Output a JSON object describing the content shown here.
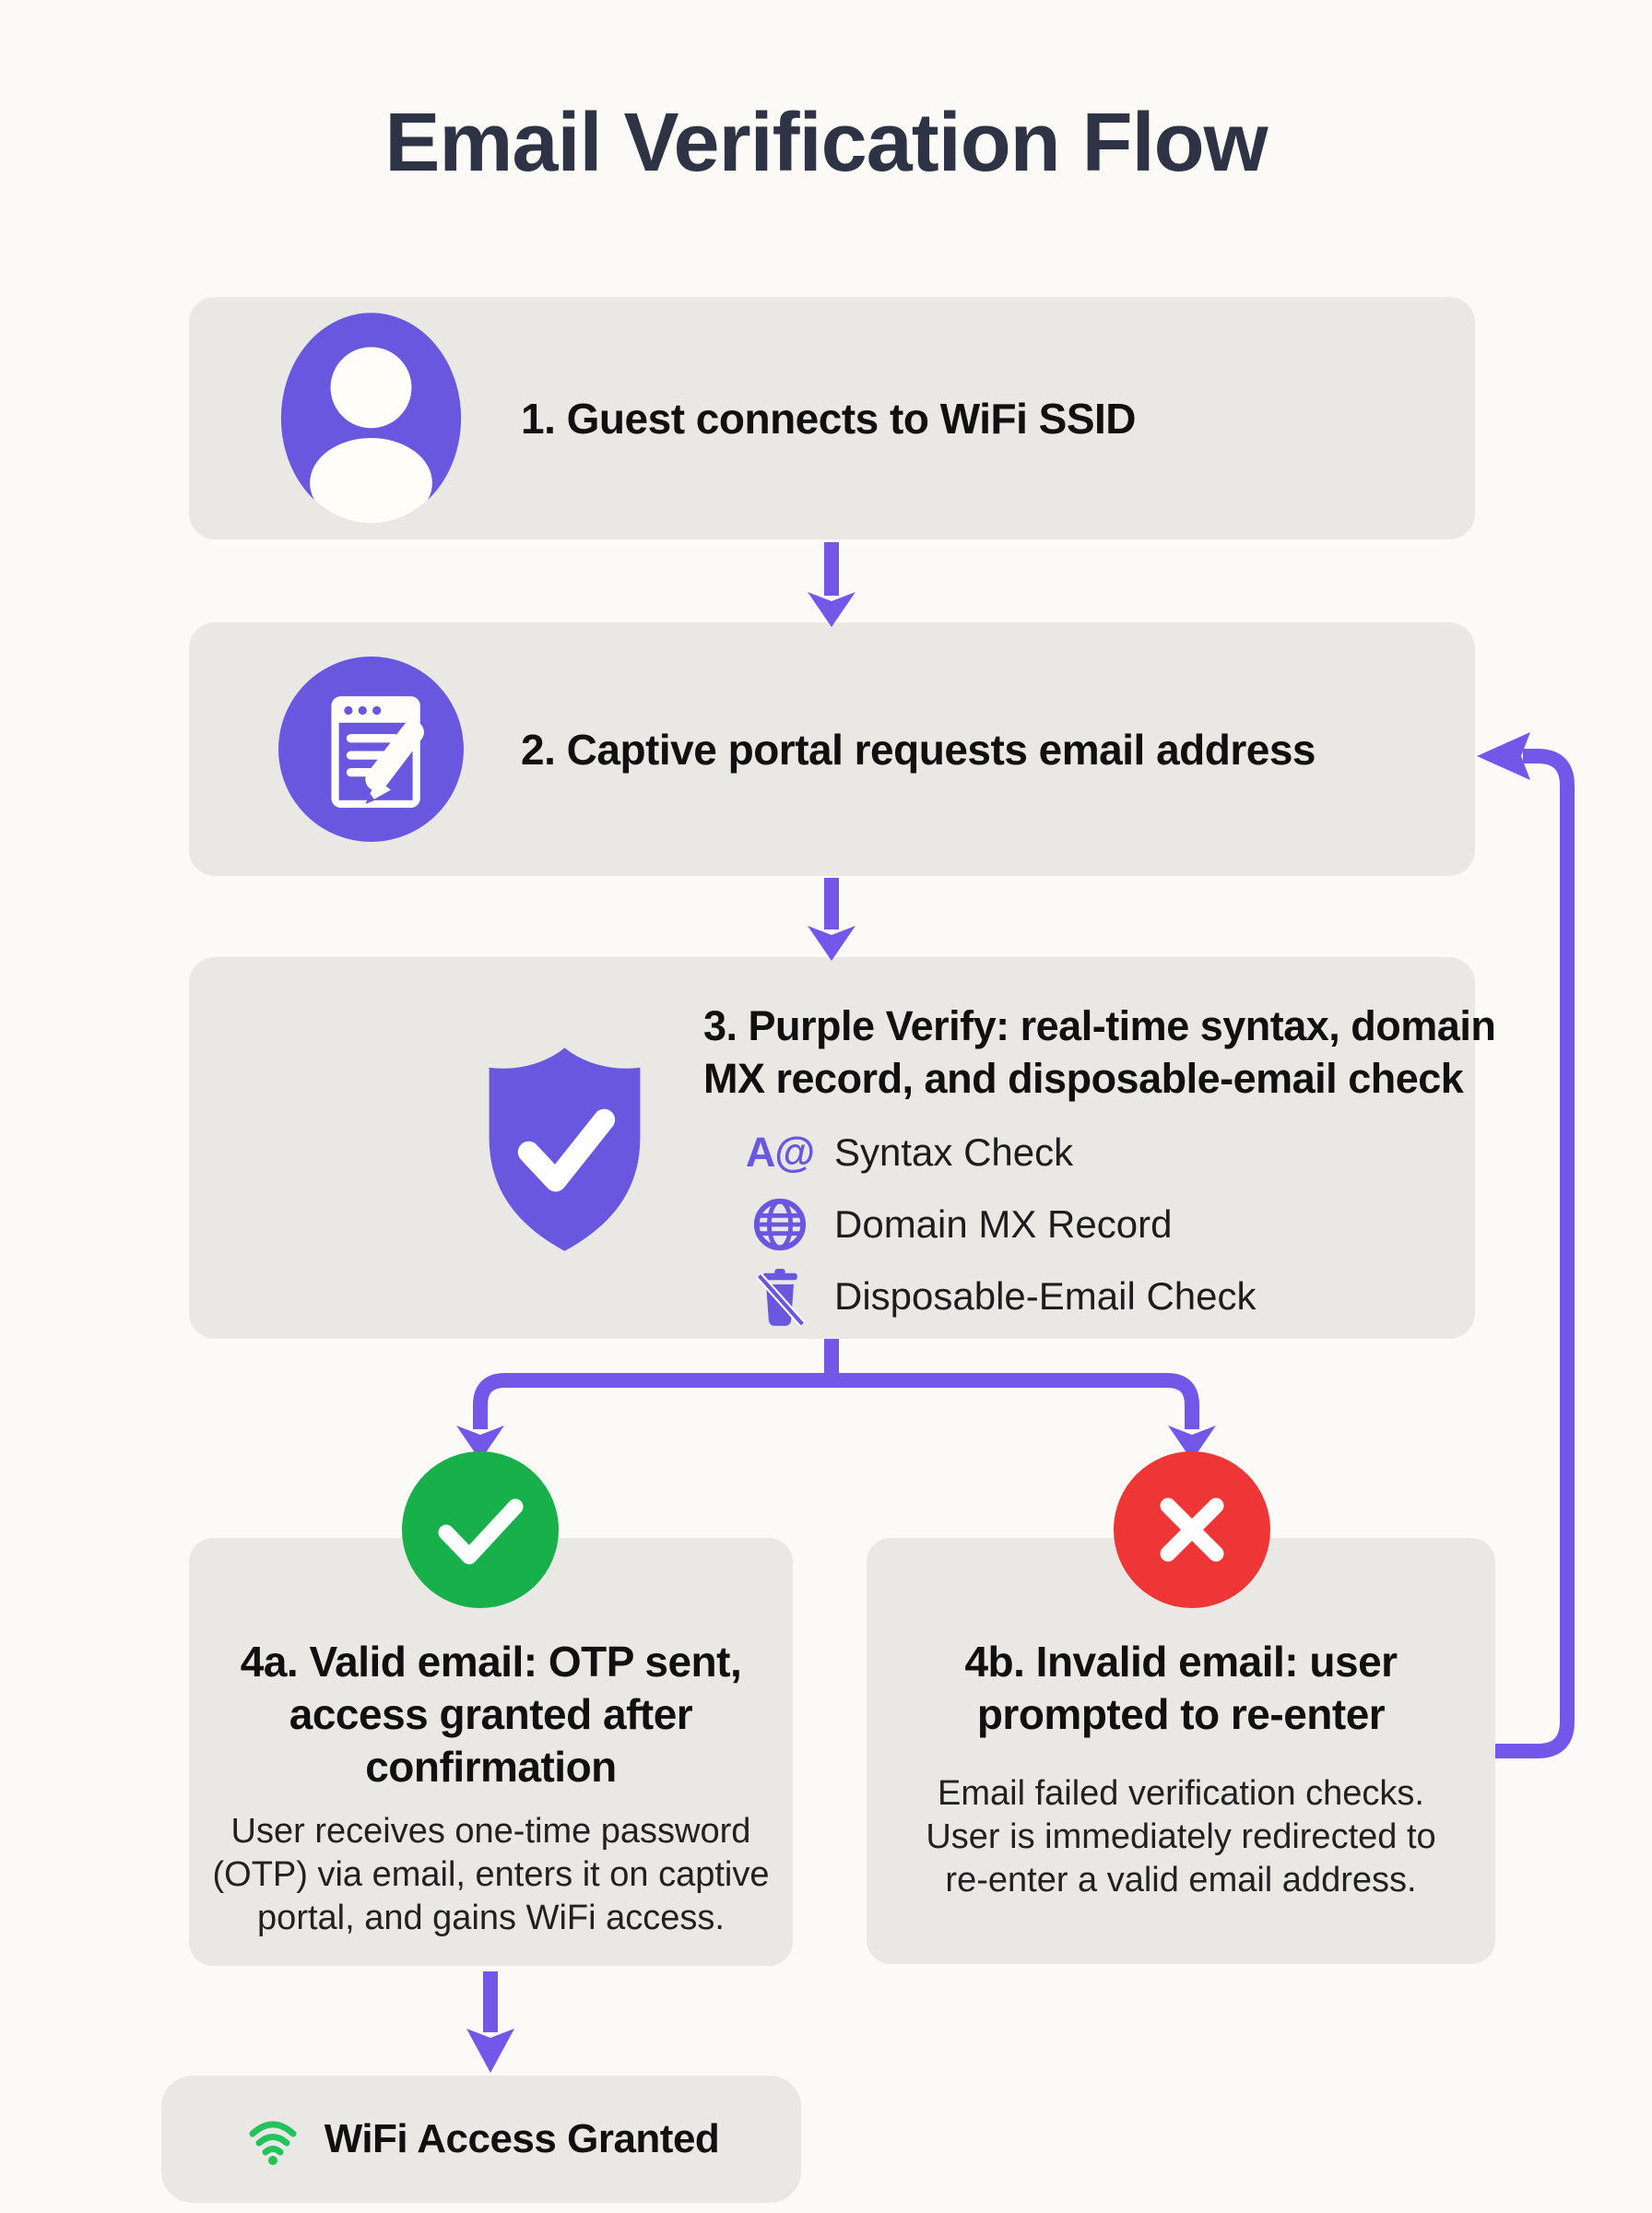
{
  "page": {
    "title": "Email Verification Flow"
  },
  "flow": {
    "step1": {
      "label": "1. Guest connects to WiFi SSID"
    },
    "step2": {
      "label": "2. Captive portal requests email address"
    },
    "step3": {
      "title": "3. Purple Verify: real-time syntax, domain\nMX record, and disposable-email check",
      "checks": [
        {
          "icon": "syntax-at-icon",
          "glyph": "A@",
          "label": "Syntax Check"
        },
        {
          "icon": "globe-icon",
          "label": "Domain MX Record"
        },
        {
          "icon": "trash-slash-icon",
          "label": "Disposable-Email Check"
        }
      ]
    },
    "step4a": {
      "title": "4a. Valid email: OTP sent,\naccess granted after\nconfirmation",
      "body": "User receives one-time password\n(OTP) via email, enters it on captive\nportal, and gains WiFi access."
    },
    "step4b": {
      "title": "4b. Invalid email: user\nprompted to re-enter",
      "body": "Email failed verification checks.\nUser is immediately redirected to\nre-enter a valid email address."
    },
    "result": {
      "label": "WiFi Access Granted"
    }
  },
  "colors": {
    "background": "#fbfaf6",
    "card_bg": "#eae8e5",
    "purple_icon": "#6a57e0",
    "purple_arrow": "#7257e9",
    "valid_green": "#17b04b",
    "invalid_red": "#ee3636",
    "wifi_green": "#22c35c",
    "title_text": "#2e3445",
    "body_text": "#212121"
  }
}
